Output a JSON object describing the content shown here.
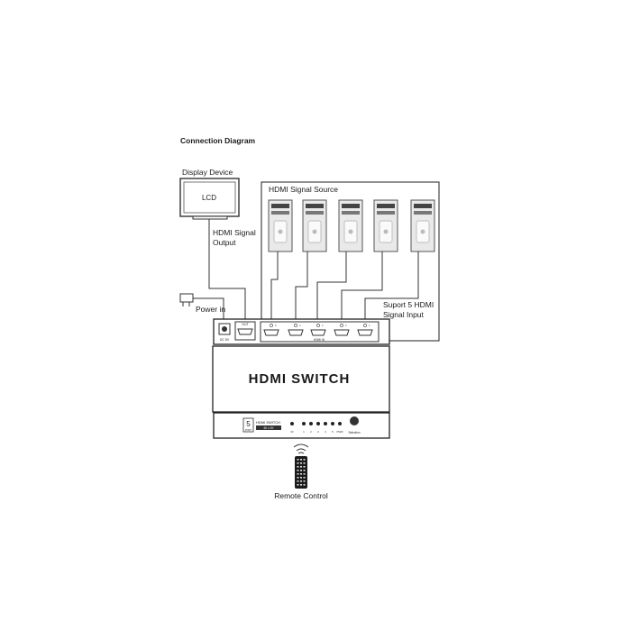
{
  "title": "Connection Diagram",
  "display": {
    "caption": "Display Device",
    "screen_text": "LCD",
    "output_label_line1": "HDMI Signal",
    "output_label_line2": "Output"
  },
  "source_box": {
    "title": "HDMI Signal Source",
    "input_label_line1": "Suport 5 HDMI",
    "input_label_line2": "Signal Input",
    "source_count": 5
  },
  "power": {
    "label": "Power in"
  },
  "rear_panel": {
    "dc_label": "DC 5V",
    "out_label": "OUT",
    "inputs_label": "HDMI IN",
    "port_numbers": [
      "5",
      "4",
      "3",
      "2",
      "1"
    ]
  },
  "device": {
    "name": "HDMI SWITCH"
  },
  "front_panel": {
    "badge": "5",
    "badge_sub": "PORT",
    "brand_line1": "HDMI SWITCH",
    "brand_line2": "4K x 2K",
    "led_labels": [
      "IR",
      "1",
      "2",
      "3",
      "4",
      "5",
      "PWR"
    ],
    "button_label": "Selection"
  },
  "remote": {
    "label": "Remote Control"
  }
}
